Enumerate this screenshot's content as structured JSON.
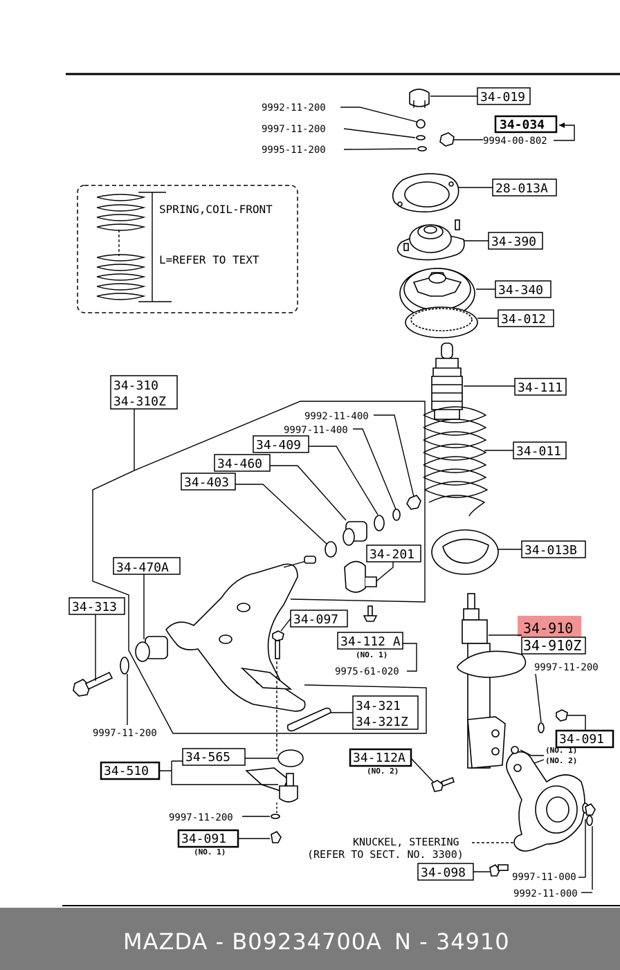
{
  "labels": {
    "p34_019": "34-019",
    "p9992_11_200_top": "9992-11-200",
    "p9997_11_200_top": "9997-11-200",
    "p9995_11_200": "9995-11-200",
    "p34_034": "34-034",
    "p9994_00_802": "9994-00-802",
    "p28_013A": "28-013A",
    "p34_390": "34-390",
    "p34_340": "34-340",
    "p34_012": "34-012",
    "spring_title": "SPRING,COIL-FRONT",
    "spring_note": "L=REFER TO TEXT",
    "p34_111": "34-111",
    "p34_310": "34-310",
    "p34_310Z": "34-310Z",
    "p9992_11_400": "9992-11-400",
    "p9997_11_400": "9997-11-400",
    "p34_409": "34-409",
    "p34_460": "34-460",
    "p34_403": "34-403",
    "p34_011": "34-011",
    "p34_201": "34-201",
    "p34_013B": "34-013B",
    "p34_470A": "34-470A",
    "p34_313": "34-313",
    "p34_097": "34-097",
    "p34_112A_1": "34-112 A",
    "no1": "(NO. 1)",
    "p9975_61_020": "9975-61-020",
    "p34_910": "34-910",
    "p34_910Z": "34-910Z",
    "p9997_11_200_r": "9997-11-200",
    "p34_321": "34-321",
    "p34_321Z": "34-321Z",
    "p9997_11_200_l": "9997-11-200",
    "p34_091_r": "34-091",
    "no1_r": "(NO. 1)",
    "no2_r": "(NO. 2)",
    "p34_565": "34-565",
    "p34_510": "34-510",
    "p34_112A_2": "34-112A",
    "no2": "(NO. 2)",
    "p9997_11_200_b": "9997-11-200",
    "p34_091_b": "34-091",
    "no1_b": "(NO. 1)",
    "knuckle_line1": "KNUCKEL, STEERING",
    "knuckle_line2": "(REFER TO SECT. NO. 3300)",
    "p34_098": "34-098",
    "p9997_11_000": "9997-11-000",
    "p9992_11_000": "9992-11-000"
  },
  "highlight": {
    "part": "34-910",
    "color": "#f08080"
  },
  "footer": {
    "brand": "MAZDA - B09234700A",
    "number": "N - 34910"
  }
}
